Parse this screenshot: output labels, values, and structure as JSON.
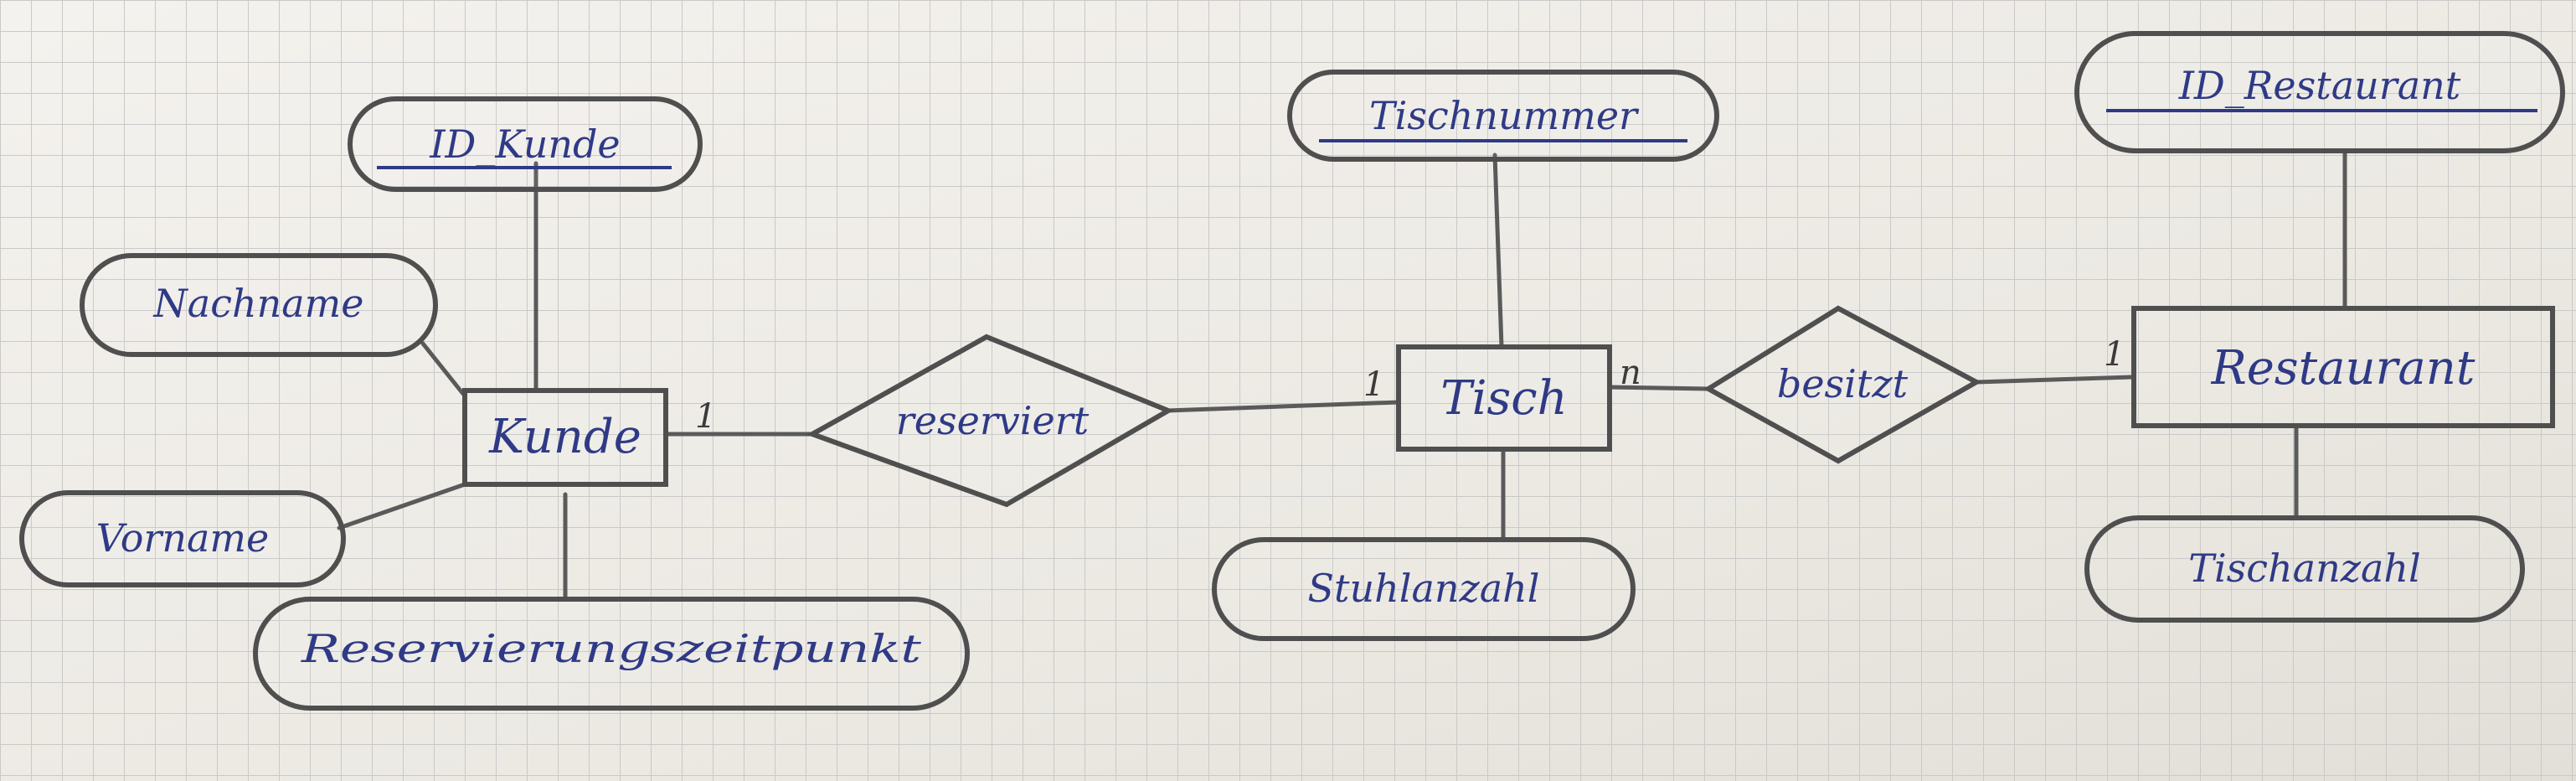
{
  "entities": {
    "kunde": "Kunde",
    "tisch": "Tisch",
    "restaurant": "Restaurant"
  },
  "relationships": {
    "reserviert": "reserviert",
    "besitzt": "besitzt"
  },
  "attributes": {
    "id_kunde": "ID_Kunde",
    "nachname": "Nachname",
    "vorname": "Vorname",
    "reservierungszeitpunkt": "Reservierungszeitpunkt",
    "tischnummer": "Tischnummer",
    "stuhlanzahl": "Stuhlanzahl",
    "id_restaurant": "ID_Restaurant",
    "tischanzahl": "Tischanzahl"
  },
  "cardinalities": {
    "kunde_reserviert": "1",
    "tisch_reserviert": "1",
    "tisch_besitzt": "n",
    "restaurant_besitzt": "1"
  },
  "colors": {
    "paper": "#f1efea",
    "grid": "#c9c9c9",
    "ink": "#2f3a86",
    "pencil": "#4f4f4f"
  }
}
